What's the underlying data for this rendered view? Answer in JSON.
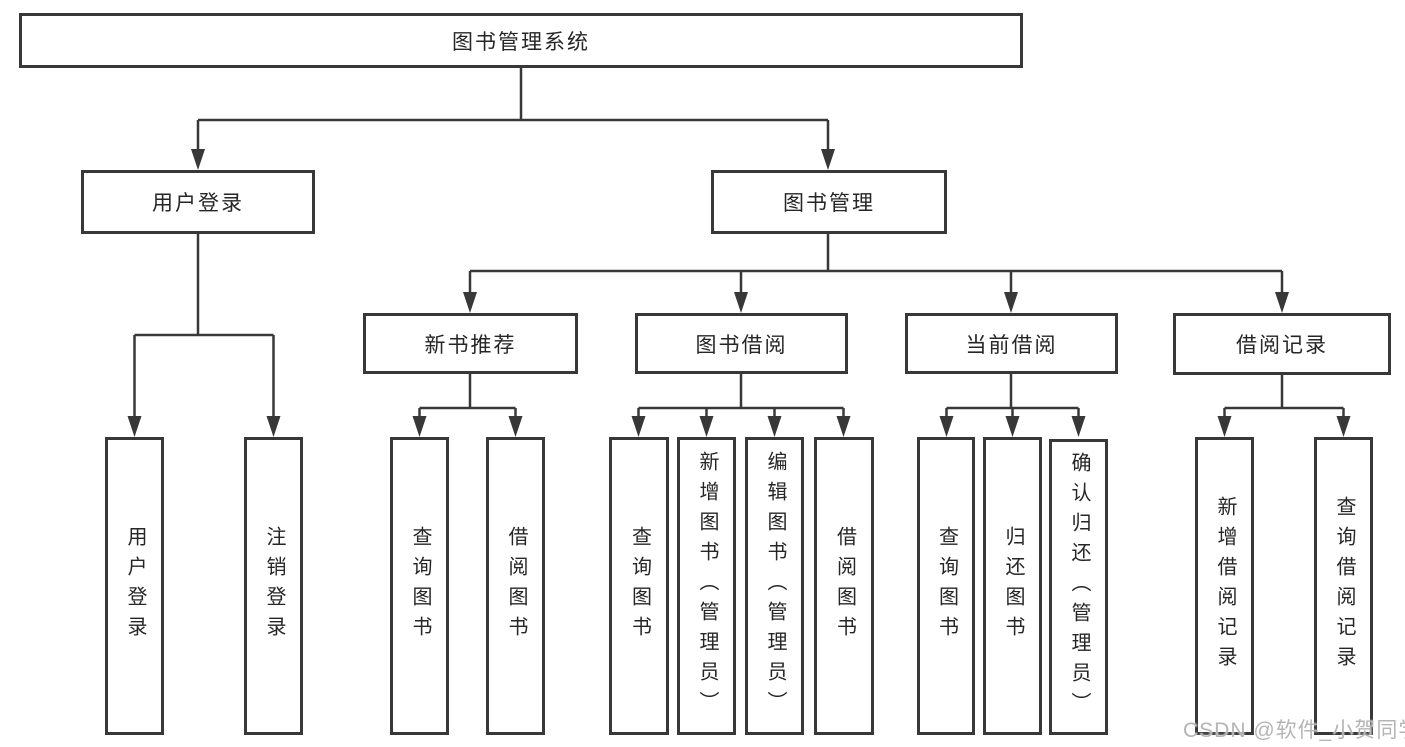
{
  "diagram_title": "图书管理系统",
  "colors": {
    "line": "#383838",
    "text": "#262626",
    "background": "#ffffff",
    "watermark": "#b5b5b5"
  },
  "tree": {
    "root": {
      "label": "图书管理系统"
    },
    "children": [
      {
        "label": "用户登录",
        "children": [
          {
            "label": "用户登录"
          },
          {
            "label": "注销登录"
          }
        ]
      },
      {
        "label": "图书管理",
        "children": [
          {
            "label": "新书推荐",
            "children": [
              {
                "label": "查询图书"
              },
              {
                "label": "借阅图书"
              }
            ]
          },
          {
            "label": "图书借阅",
            "children": [
              {
                "label": "查询图书"
              },
              {
                "label": "新增图书（管理员）"
              },
              {
                "label": "编辑图书（管理员）"
              },
              {
                "label": "借阅图书"
              }
            ]
          },
          {
            "label": "当前借阅",
            "children": [
              {
                "label": "查询图书"
              },
              {
                "label": "归还图书"
              },
              {
                "label": "确认归还（管理员）"
              }
            ]
          },
          {
            "label": "借阅记录",
            "children": [
              {
                "label": "新增借阅记录"
              },
              {
                "label": "查询借阅记录"
              }
            ]
          }
        ]
      }
    ]
  },
  "watermark": {
    "text": "CSDN @软件_小贺同学"
  }
}
